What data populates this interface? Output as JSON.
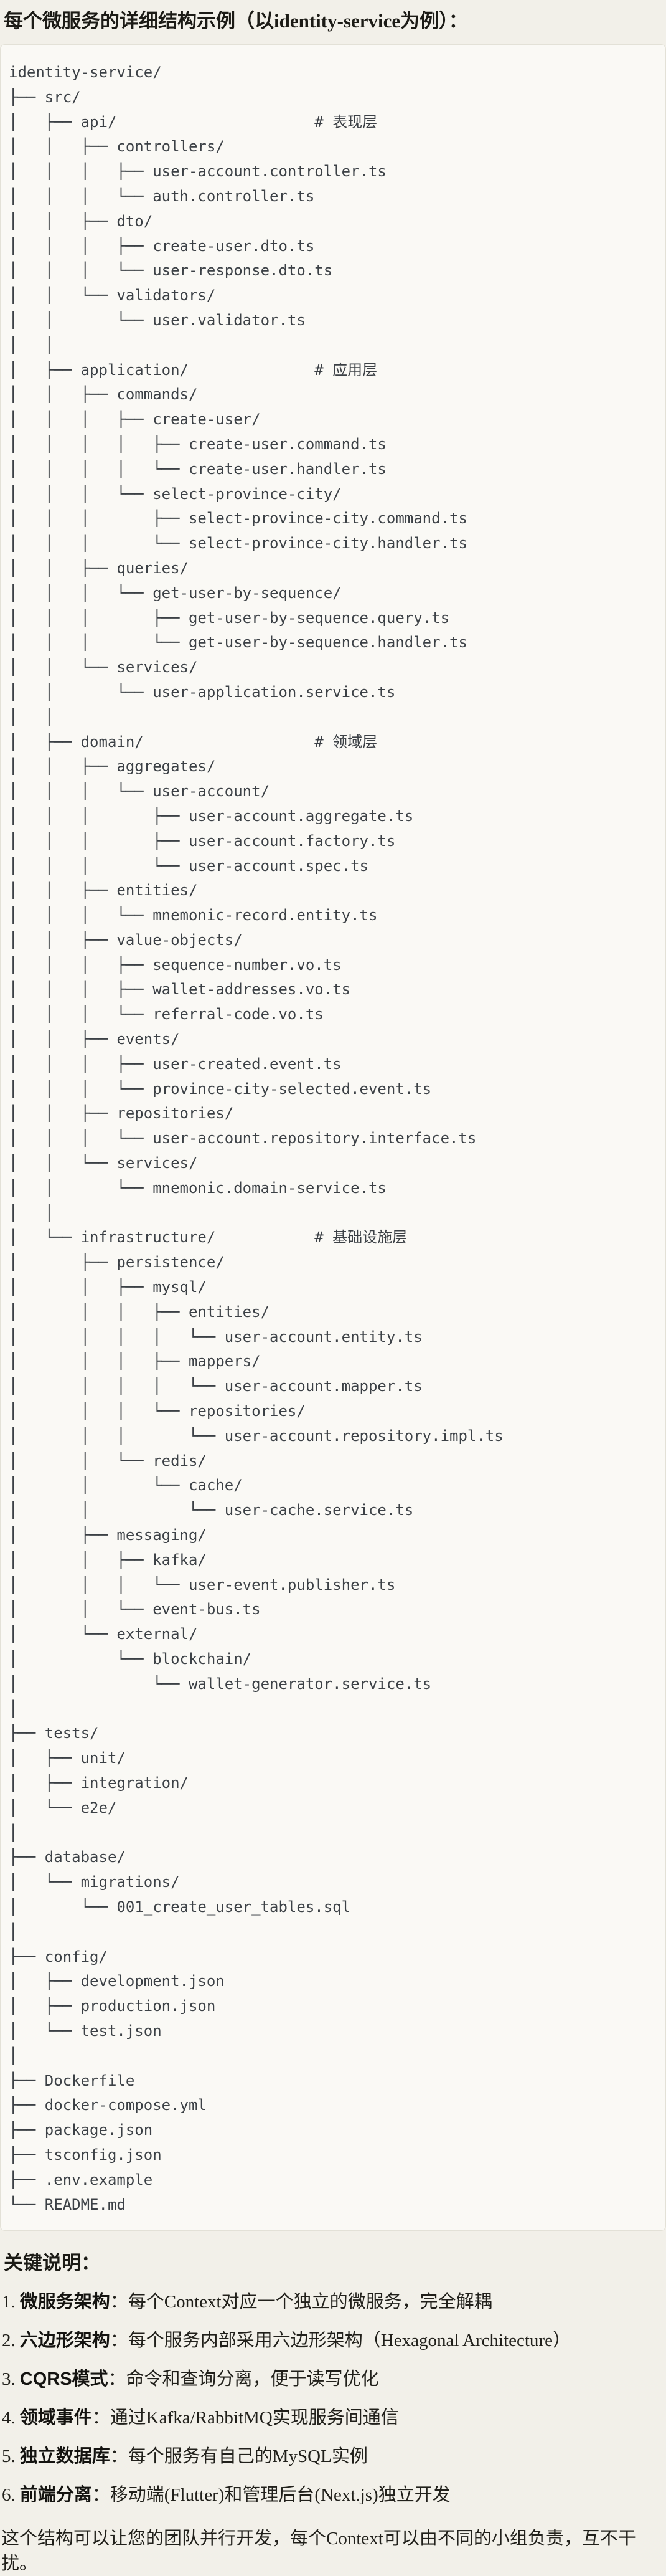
{
  "title": "每个微服务的详细结构示例（以identity-service为例）：",
  "code": {
    "lines": [
      "identity-service/",
      "├── src/",
      "│   ├── api/                      # 表现层",
      "│   │   ├── controllers/",
      "│   │   │   ├── user-account.controller.ts",
      "│   │   │   └── auth.controller.ts",
      "│   │   ├── dto/",
      "│   │   │   ├── create-user.dto.ts",
      "│   │   │   └── user-response.dto.ts",
      "│   │   └── validators/",
      "│   │       └── user.validator.ts",
      "│   │",
      "│   ├── application/              # 应用层",
      "│   │   ├── commands/",
      "│   │   │   ├── create-user/",
      "│   │   │   │   ├── create-user.command.ts",
      "│   │   │   │   └── create-user.handler.ts",
      "│   │   │   └── select-province-city/",
      "│   │   │       ├── select-province-city.command.ts",
      "│   │   │       └── select-province-city.handler.ts",
      "│   │   ├── queries/",
      "│   │   │   └── get-user-by-sequence/",
      "│   │   │       ├── get-user-by-sequence.query.ts",
      "│   │   │       └── get-user-by-sequence.handler.ts",
      "│   │   └── services/",
      "│   │       └── user-application.service.ts",
      "│   │",
      "│   ├── domain/                   # 领域层",
      "│   │   ├── aggregates/",
      "│   │   │   └── user-account/",
      "│   │   │       ├── user-account.aggregate.ts",
      "│   │   │       ├── user-account.factory.ts",
      "│   │   │       └── user-account.spec.ts",
      "│   │   ├── entities/",
      "│   │   │   └── mnemonic-record.entity.ts",
      "│   │   ├── value-objects/",
      "│   │   │   ├── sequence-number.vo.ts",
      "│   │   │   ├── wallet-addresses.vo.ts",
      "│   │   │   └── referral-code.vo.ts",
      "│   │   ├── events/",
      "│   │   │   ├── user-created.event.ts",
      "│   │   │   └── province-city-selected.event.ts",
      "│   │   ├── repositories/",
      "│   │   │   └── user-account.repository.interface.ts",
      "│   │   └── services/",
      "│   │       └── mnemonic.domain-service.ts",
      "│   │",
      "│   └── infrastructure/           # 基础设施层",
      "│       ├── persistence/",
      "│       │   ├── mysql/",
      "│       │   │   ├── entities/",
      "│       │   │   │   └── user-account.entity.ts",
      "│       │   │   ├── mappers/",
      "│       │   │   │   └── user-account.mapper.ts",
      "│       │   │   └── repositories/",
      "│       │   │       └── user-account.repository.impl.ts",
      "│       │   └── redis/",
      "│       │       └── cache/",
      "│       │           └── user-cache.service.ts",
      "│       ├── messaging/",
      "│       │   ├── kafka/",
      "│       │   │   └── user-event.publisher.ts",
      "│       │   └── event-bus.ts",
      "│       └── external/",
      "│           └── blockchain/",
      "│               └── wallet-generator.service.ts",
      "│",
      "├── tests/",
      "│   ├── unit/",
      "│   ├── integration/",
      "│   └── e2e/",
      "│",
      "├── database/",
      "│   └── migrations/",
      "│       └── 001_create_user_tables.sql",
      "│",
      "├── config/",
      "│   ├── development.json",
      "│   ├── production.json",
      "│   └── test.json",
      "│",
      "├── Dockerfile",
      "├── docker-compose.yml",
      "├── package.json",
      "├── tsconfig.json",
      "├── .env.example",
      "└── README.md"
    ]
  },
  "notes": {
    "heading": "关键说明：",
    "items": [
      {
        "num": "1.",
        "label": "微服务架构",
        "text": "：每个Context对应一个独立的微服务，完全解耦"
      },
      {
        "num": "2.",
        "label": "六边形架构",
        "text": "：每个服务内部采用六边形架构（Hexagonal Architecture）"
      },
      {
        "num": "3.",
        "label": "CQRS模式",
        "text": "：命令和查询分离，便于读写优化"
      },
      {
        "num": "4.",
        "label": "领域事件",
        "text": "：通过Kafka/RabbitMQ实现服务间通信"
      },
      {
        "num": "5.",
        "label": "独立数据库",
        "text": "：每个服务有自己的MySQL实例"
      },
      {
        "num": "6.",
        "label": "前端分离",
        "text": "：移动端(Flutter)和管理后台(Next.js)独立开发"
      }
    ]
  },
  "closing": "这个结构可以让您的团队并行开发，每个Context可以由不同的小组负责，互不干扰。"
}
